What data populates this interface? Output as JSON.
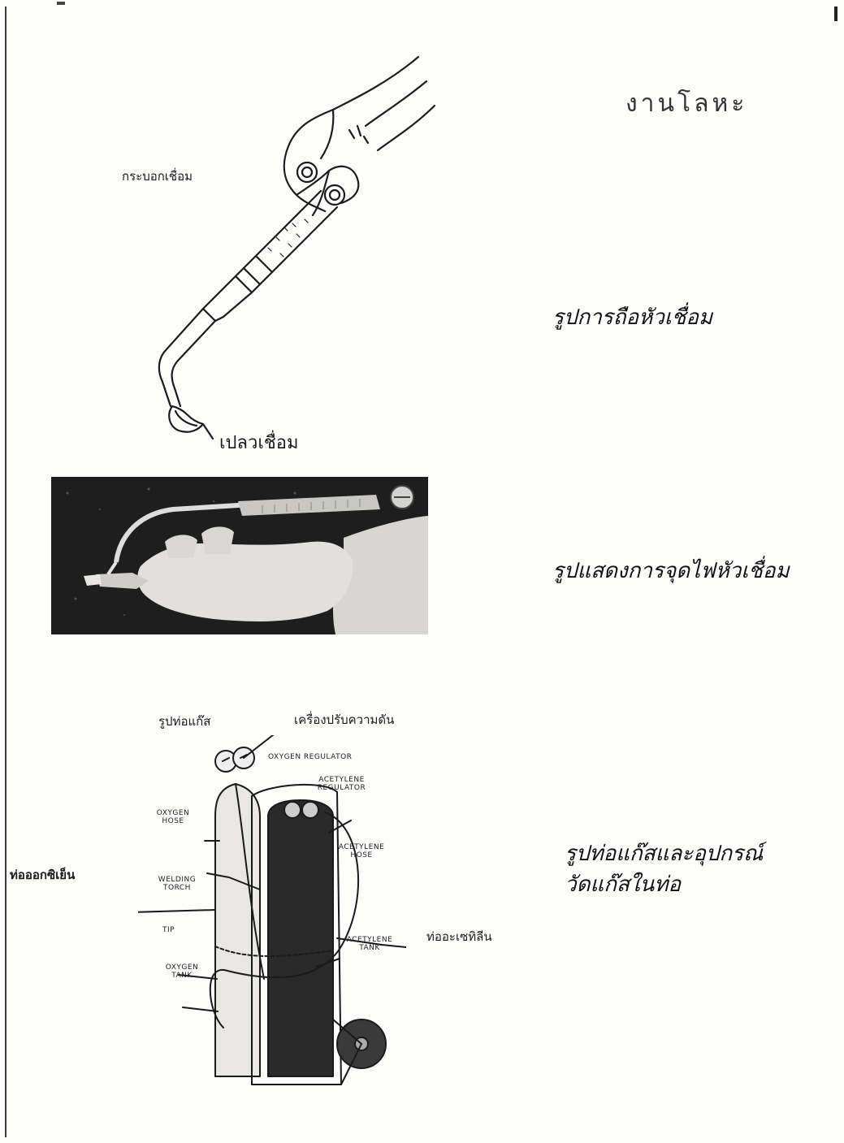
{
  "header": {
    "title": "งานโลหะ"
  },
  "figure1": {
    "label_torch": "กระบอกเชื่อม",
    "label_flame": "เปลวเชื่อม",
    "caption": "รูปการถือหัวเชื่อม"
  },
  "figure2": {
    "caption": "รูปแสดงการจุดไฟหัวเชื่อม"
  },
  "figure3": {
    "label_gauge": "รูปท่อแก๊ส",
    "label_regulator": "เครื่องปรับความดัน",
    "label_oxygen_regulator": "OXYGEN REGULATOR",
    "label_acetylene_regulator": "ACETYLENE REGULATOR",
    "label_oxygen_hose": "OXYGEN HOSE",
    "label_acetylene_hose": "ACETYLENE HOSE",
    "label_oxygen_tank_th": "ท่อออกซิเย็น",
    "label_welding_torch": "WELDING TORCH",
    "label_tip": "TIP",
    "label_oxygen_tank": "OXYGEN TANK",
    "label_acetylene_tank": "ACETYLENE TANK",
    "label_acetylene_tank_th": "ท่ออะเซทิลีน",
    "caption_line1": "รูปท่อแก๊สและอุปกรณ์",
    "caption_line2": "วัดแก๊สในท่อ"
  }
}
